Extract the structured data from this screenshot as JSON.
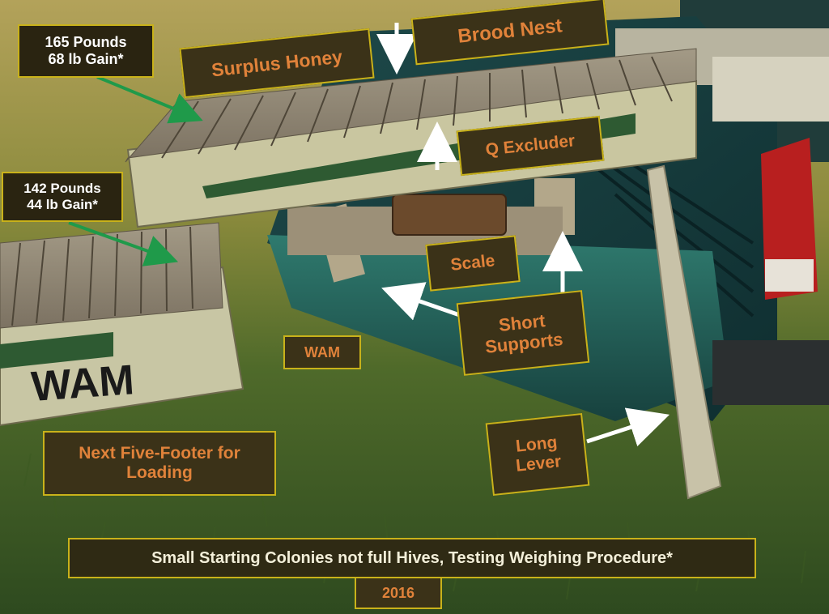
{
  "labels": {
    "hive_top_weight": "165 Pounds",
    "hive_top_gain": "68 lb Gain*",
    "hive_left_weight": "142 Pounds",
    "hive_left_gain": "44 lb Gain*",
    "surplus_honey": "Surplus Honey",
    "brood_nest": "Brood Nest",
    "q_excluder": "Q Excluder",
    "scale": "Scale",
    "short_supports_1": "Short",
    "short_supports_2": "Supports",
    "wam": "WAM",
    "next_five_1": "Next Five-Footer for",
    "next_five_2": "Loading",
    "long_lever_1": "Long",
    "long_lever_2": "Lever",
    "caption": "Small Starting Colonies not full Hives, Testing Weighing Procedure*",
    "year": "2016",
    "hive_stencil": "WAM"
  },
  "colors": {
    "label_bg": "#3b3218",
    "label_text_orange": "#e0823a",
    "label_border": "#c9b21a",
    "arrow_green": "#1f9a4a",
    "arrow_white": "#ffffff"
  }
}
